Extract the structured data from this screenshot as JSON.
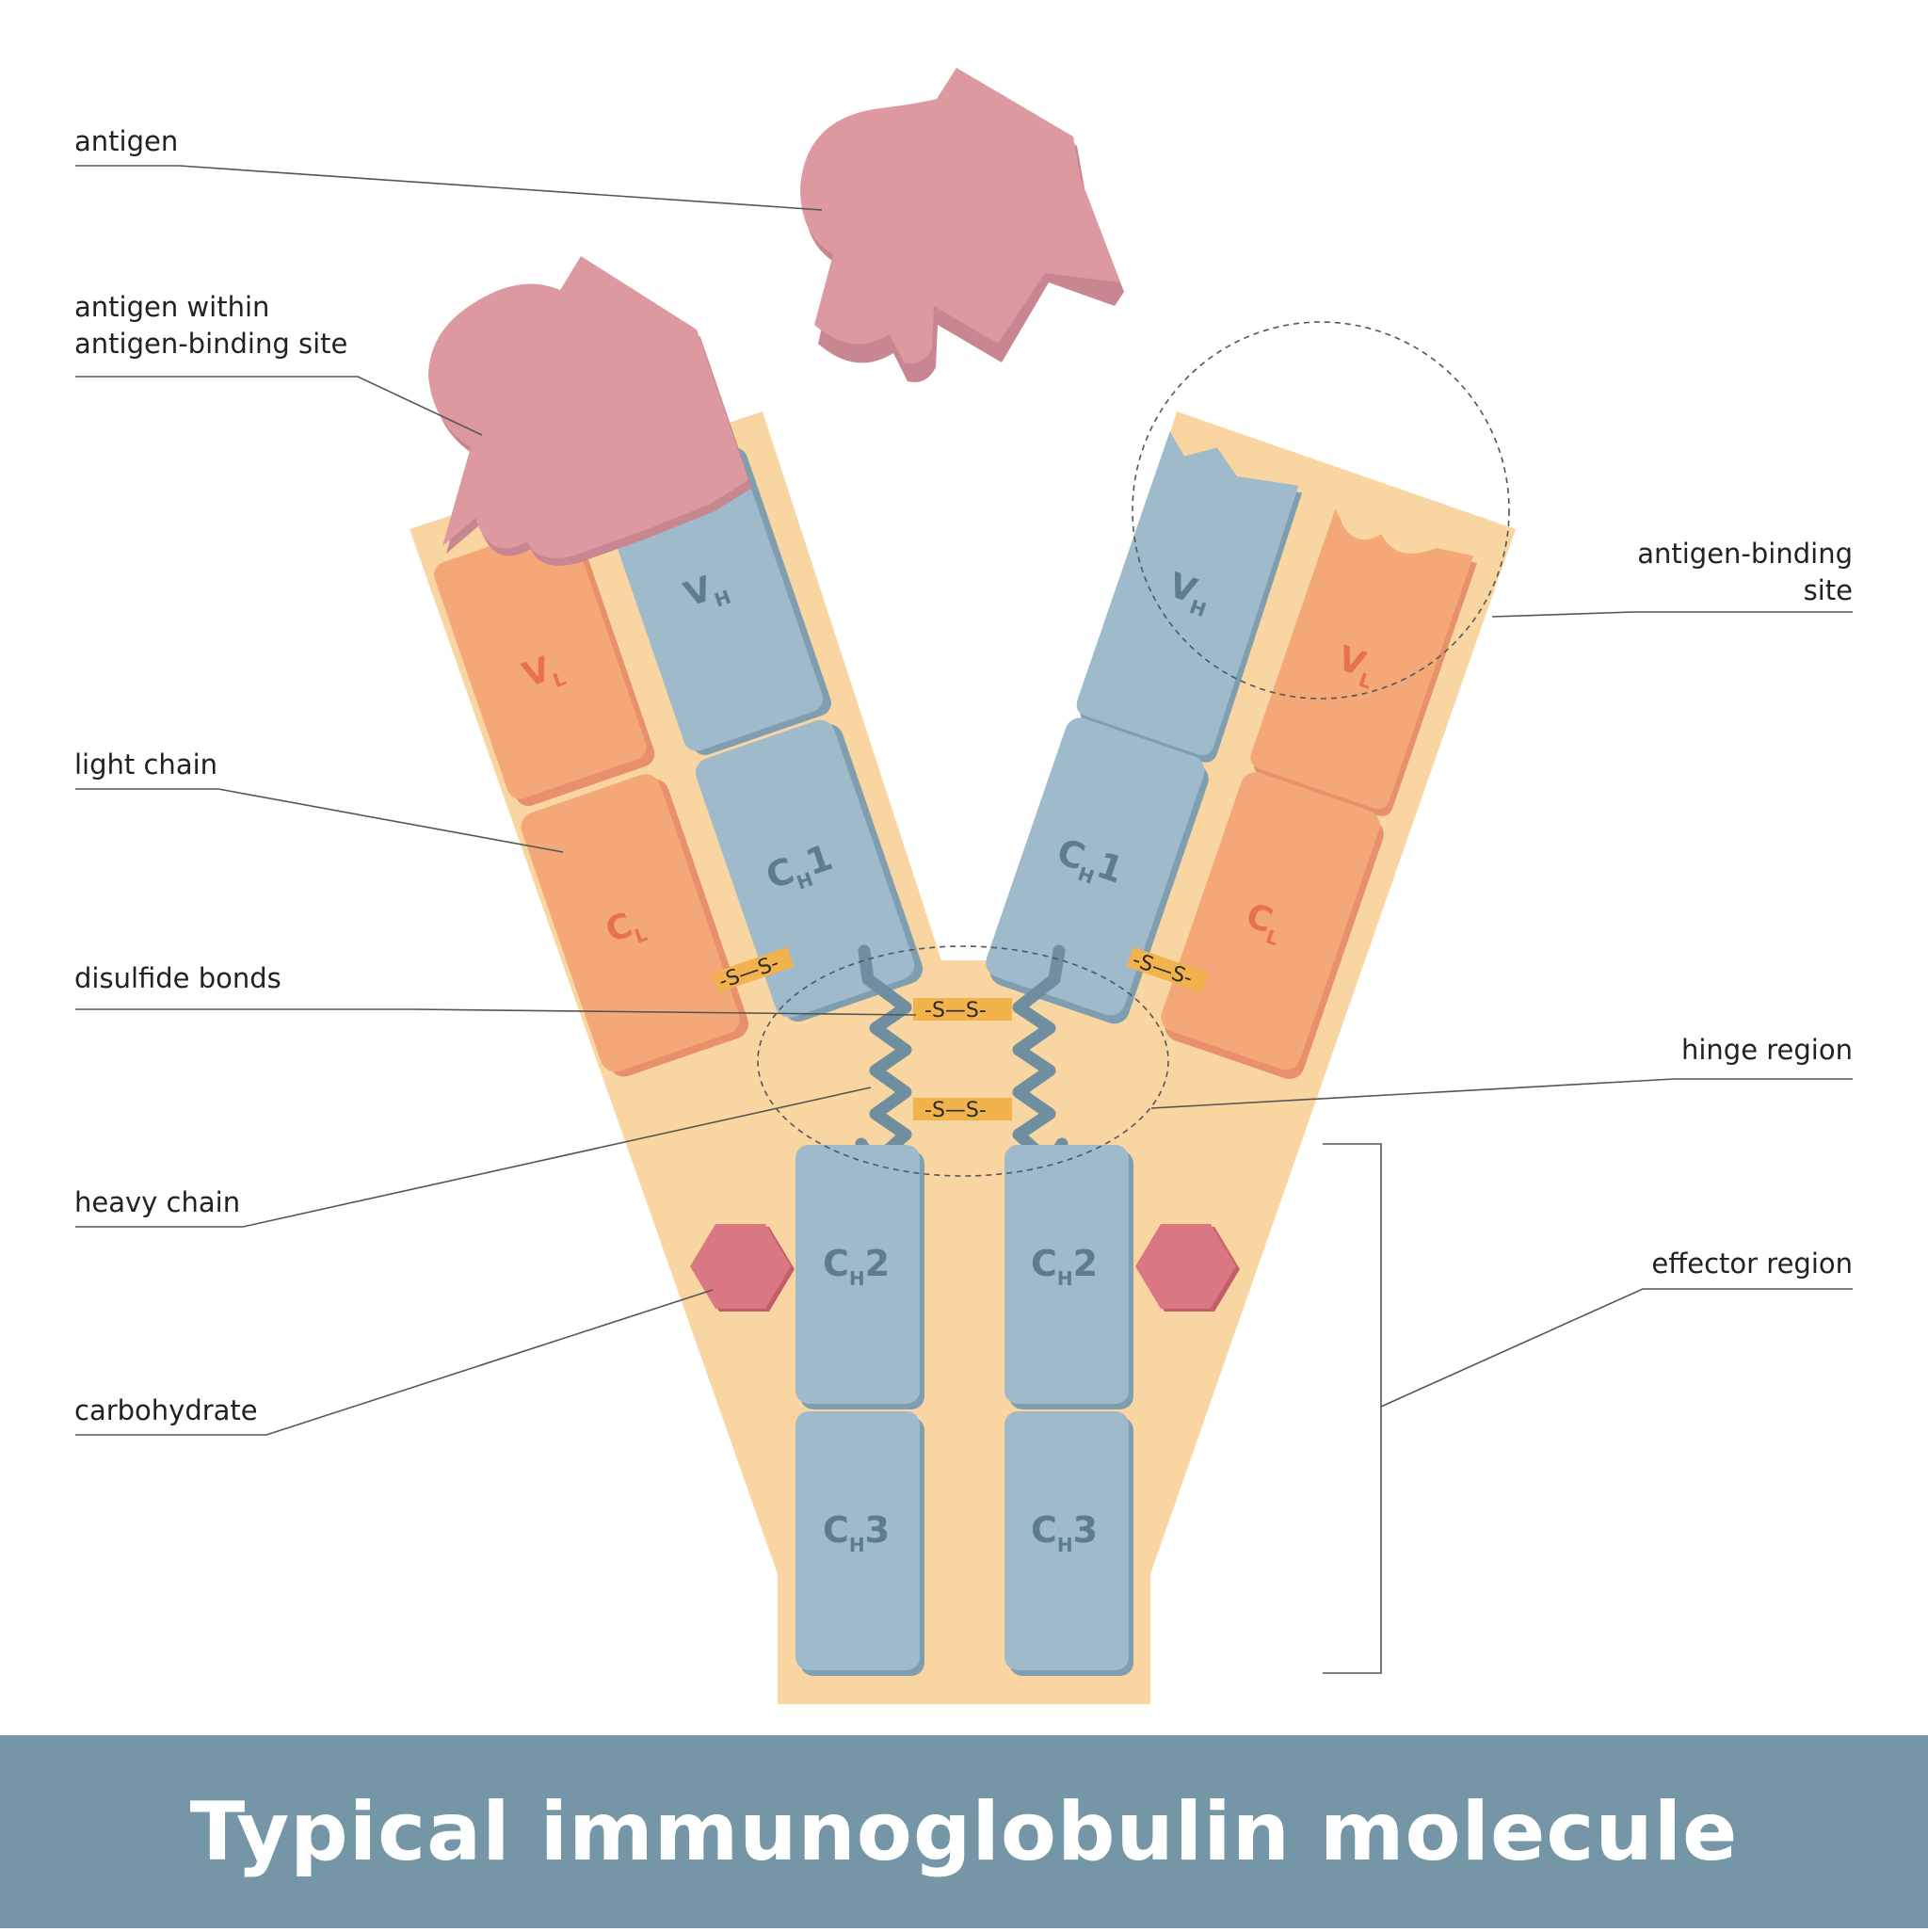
{
  "title": "Typical immunoglobulin molecule",
  "labels": {
    "antigen": "antigen",
    "antigen_within_1": "antigen within",
    "antigen_within_2": "antigen-binding site",
    "light_chain": "light chain",
    "disulfide_bonds": "disulfide bonds",
    "heavy_chain": "heavy chain",
    "carbohydrate": "carbohydrate",
    "antigen_binding_site_1": "antigen-binding",
    "antigen_binding_site_2": "site",
    "hinge_region": "hinge region",
    "effector_region": "effector region"
  },
  "segments": {
    "C": "C",
    "V": "V",
    "H": "H",
    "L": "L",
    "one": "1",
    "two": "2",
    "three": "3"
  },
  "bond_text": "-S—S-",
  "colors": {
    "background_shape": "#f9d6a1",
    "heavy_chain": "#9fbacb",
    "light_chain": "#f4a878",
    "antigen": "#dc9aa0",
    "carbohydrate": "#d97782",
    "bond": "#f2b24c",
    "footer": "#7596a6"
  }
}
